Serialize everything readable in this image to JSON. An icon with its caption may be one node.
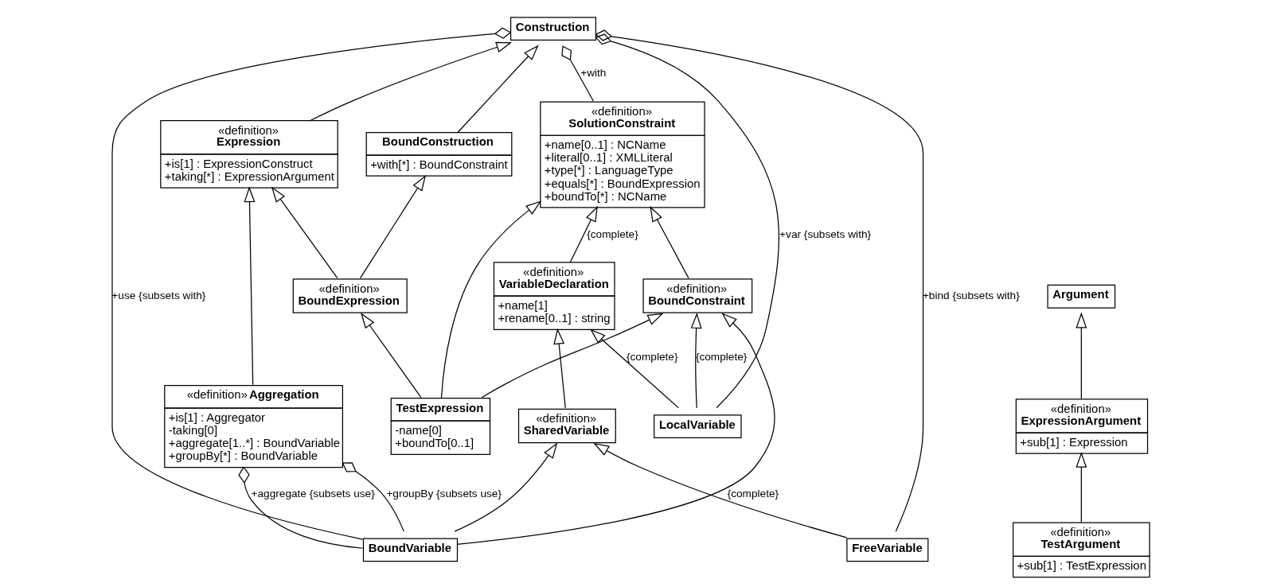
{
  "diagram": {
    "nodes": [
      {
        "text": [
          "Construction"
        ]
      },
      {
        "text": [
          "BoundConstruction",
          "+with[*] : BoundConstraint"
        ]
      },
      {
        "text": [
          "«definition»",
          "Expression",
          "+is[1] : ExpressionConstruct",
          "+taking[*] : ExpressionArgument"
        ]
      },
      {
        "text": [
          "«definition»",
          "SolutionConstraint",
          "+name[0..1] : NCName",
          "+literal[0..1] : XMLLiteral",
          "+type[*] : LanguageType",
          "+equals[*] : BoundExpression",
          "+boundTo[*] : NCName"
        ]
      },
      {
        "text": [
          "«definition»",
          "BoundExpression"
        ]
      },
      {
        "text": [
          "«definition»",
          "Aggregation",
          "+is[1] : Aggregator",
          "-taking[0]",
          "+aggregate[1..*] : BoundVariable",
          "+groupBy[*] : BoundVariable"
        ]
      },
      {
        "text": [
          "«definition»",
          "VariableDeclaration",
          "+name[1]",
          "+rename[0..1] : string"
        ]
      },
      {
        "text": [
          "Argument"
        ]
      },
      {
        "text": [
          "«definition»",
          "BoundConstraint"
        ]
      },
      {
        "text": [
          "«definition»",
          "ExpressionArgument",
          "+sub[1] : Expression"
        ]
      },
      {
        "text": [
          "LocalVariable"
        ]
      },
      {
        "text": [
          "TestExpression",
          "-name[0]",
          "+boundTo[0..1]"
        ]
      },
      {
        "text": [
          "«definition»",
          "TestArgument",
          "+sub[1] : TestExpression"
        ]
      },
      {
        "text": [
          "«definition»",
          "SharedVariable"
        ]
      },
      {
        "text": [
          "FreeVariable"
        ]
      },
      {
        "text": [
          "BoundVariable"
        ]
      }
    ],
    "edges": [
      {
        "from": 0,
        "to": 3,
        "arrow": "other",
        "label": "+with"
      },
      {
        "from": 0,
        "to": 10,
        "arrow": "other",
        "label": "+var {subsets with}"
      },
      {
        "from": 0,
        "to": 14,
        "arrow": "other",
        "label": "+bind {subsets with}"
      },
      {
        "from": 0,
        "to": 15,
        "arrow": "other",
        "label": "+use {subsets with}"
      },
      {
        "from": 1,
        "to": 0,
        "arrow": "to"
      },
      {
        "from": 2,
        "to": 0,
        "arrow": "to"
      },
      {
        "from": 4,
        "to": 1,
        "arrow": "to"
      },
      {
        "from": 4,
        "to": 2,
        "arrow": "to"
      },
      {
        "from": 11,
        "to": 4,
        "arrow": "to"
      },
      {
        "from": 6,
        "to": 3,
        "arrow": "to",
        "label": "{complete}"
      },
      {
        "from": 11,
        "to": 3,
        "arrow": "to"
      },
      {
        "from": 5,
        "to": 2,
        "arrow": "to"
      },
      {
        "from": 8,
        "to": 3,
        "arrow": "to"
      },
      {
        "from": 10,
        "to": 8,
        "arrow": "to",
        "label": "{complete}"
      },
      {
        "from": 11,
        "to": 8,
        "arrow": "to"
      },
      {
        "from": 15,
        "to": 8,
        "arrow": "to"
      },
      {
        "from": 10,
        "to": 6,
        "arrow": "to",
        "label": "{complete}"
      },
      {
        "from": 13,
        "to": 6,
        "arrow": "to"
      },
      {
        "from": 14,
        "to": 13,
        "arrow": "to",
        "label": "{complete}"
      },
      {
        "from": 15,
        "to": 13,
        "arrow": "to"
      },
      {
        "from": 5,
        "to": 15,
        "arrow": "other",
        "label": "+aggregate {subsets use}"
      },
      {
        "from": 5,
        "to": 15,
        "arrow": "other",
        "label": "+groupBy {subsets use}"
      },
      {
        "from": 9,
        "to": 7,
        "arrow": "to"
      },
      {
        "from": 12,
        "to": 9,
        "arrow": "to"
      }
    ]
  }
}
